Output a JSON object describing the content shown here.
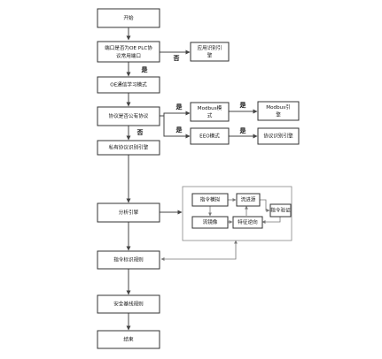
{
  "nodes": {
    "start": "开始",
    "check_port": [
      "端口是否为OE PLC协",
      "议常用端口"
    ],
    "app_engine": [
      "应用识别引",
      "擎"
    ],
    "comm_mode": "OE通信学习模式",
    "check_public": "协议是否公有协议",
    "modbus_mode": [
      "Modbus模",
      "式"
    ],
    "modbus_engine": [
      "Modbus引",
      "擎"
    ],
    "eeo_mode": "EEO模式",
    "proto_engine": "协议识别引擎",
    "private_engine": "私有协议识别引擎",
    "analysis_engine": "分析引擎",
    "cmd_template": "指令模拟",
    "flow_source": "流进源",
    "cmd_verify": "指令验证",
    "flow_mirror": "流镜像",
    "feature_match": "特征逆向",
    "cmd_rules": "指令标识规则",
    "security_rules": "安全基线规则",
    "end": "结束"
  },
  "labels": {
    "yes": "是",
    "no": "否"
  }
}
